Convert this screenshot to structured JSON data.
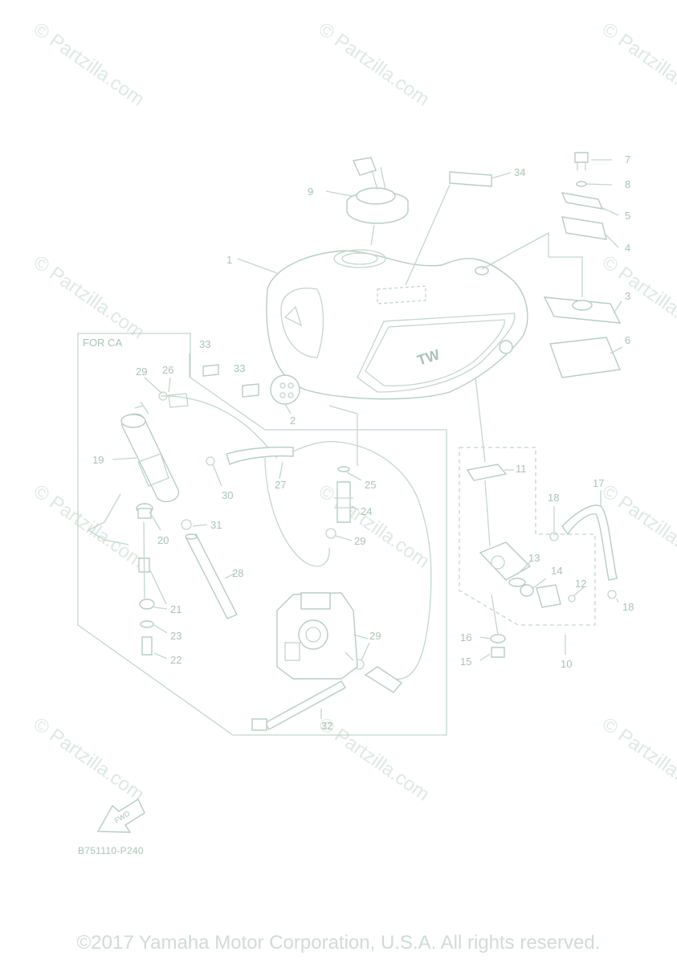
{
  "watermark_text": "© Partzilla.com",
  "diagram": {
    "variant_label": "FOR CA",
    "drawing_code": "B751110-P240",
    "fwd_label": "FWD",
    "callouts": [
      "1",
      "2",
      "3",
      "4",
      "5",
      "6",
      "7",
      "8",
      "9",
      "10",
      "11",
      "12",
      "13",
      "14",
      "15",
      "16",
      "17",
      "18",
      "18",
      "19",
      "20",
      "21",
      "22",
      "23",
      "24",
      "25",
      "26",
      "27",
      "28",
      "29",
      "29",
      "29",
      "30",
      "31",
      "32",
      "33",
      "33",
      "34"
    ]
  },
  "copyright": "©2017 Yamaha Motor Corporation, U.S.A. All rights reserved."
}
